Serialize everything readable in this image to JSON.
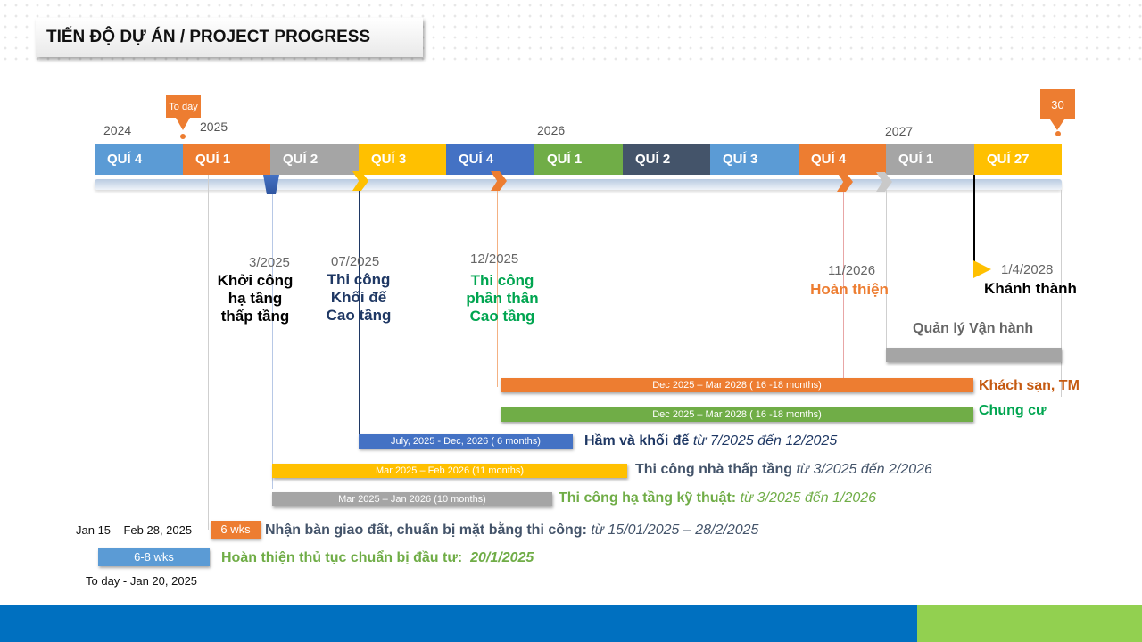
{
  "header": {
    "title": "TIẾN ĐỘ DỰ ÁN / PROJECT PROGRESS"
  },
  "markers": {
    "today": "To day",
    "end": "30"
  },
  "years": [
    "2024",
    "2025",
    "2026",
    "2027"
  ],
  "quarters": [
    {
      "label": "QUÍ 4",
      "color": "#5b9bd5"
    },
    {
      "label": "QUÍ 1",
      "color": "#ed7d31"
    },
    {
      "label": "QUÍ 2",
      "color": "#a5a5a5"
    },
    {
      "label": "QUÍ 3",
      "color": "#ffc000"
    },
    {
      "label": "QUÍ 4",
      "color": "#4472c4"
    },
    {
      "label": "QUÍ 1",
      "color": "#70ad47"
    },
    {
      "label": "QUÍ 2",
      "color": "#44546a"
    },
    {
      "label": "QUÍ 3",
      "color": "#5b9bd5"
    },
    {
      "label": "QUÍ 4",
      "color": "#ed7d31"
    },
    {
      "label": "QUÍ 1",
      "color": "#a5a5a5"
    },
    {
      "label": "QUÍ 27",
      "color": "#ffc000"
    }
  ],
  "milestones": {
    "m1": {
      "date": "3/2025",
      "line1": "Khởi công",
      "line2": "hạ tầng",
      "line3": "thấp tầng"
    },
    "m2": {
      "date": "07/2025",
      "line1": "Thi công",
      "line2": "Khối đế",
      "line3": "Cao tầng"
    },
    "m3": {
      "date": "12/2025",
      "line1": "Thi công",
      "line2": "phần thân",
      "line3": "Cao tầng"
    },
    "m4": {
      "date": "11/2026",
      "line1": "Hoàn thiện"
    },
    "m5": {
      "date": "1/4/2028",
      "line1": "Khánh thành"
    }
  },
  "tasks": {
    "operation": {
      "label": "Quản lý Vận hành"
    },
    "hotel": {
      "bar": "Dec 2025 – Mar 2028 ( 16 -18 months)",
      "label": "Khách sạn, TM"
    },
    "apartment": {
      "bar": "Dec 2025 – Mar 2028 ( 16 -18 months)",
      "label": "Chung cư"
    },
    "basement": {
      "bar": "July, 2025 - Dec, 2026 ( 6 months)",
      "label": "Hầm và khối đế",
      "note": "từ 7/2025 đến 12/2025"
    },
    "lowrise": {
      "bar": "Mar 2025 – Feb 2026 (11 months)",
      "label": "Thi công nhà thấp tầng",
      "note": "từ 3/2025 đến 2/2026"
    },
    "infra": {
      "bar": "Mar 2025 – Jan 2026 (10 months)",
      "label": "Thi công hạ tầng kỹ thuật:",
      "note": "từ 3/2025  đến 1/2026"
    },
    "handover": {
      "bar": "6 wks",
      "side": "Jan 15 – Feb 28, 2025",
      "label": "Nhận bàn giao đất, chuẩn bị mặt bằng thi công:",
      "note": "từ 15/01/2025  – 28/2/2025"
    },
    "procedure": {
      "bar": "6-8 wks",
      "below": "To day - Jan 20, 2025",
      "label": "Hoàn thiện thủ tục chuẩn bị đầu tư:",
      "note": "20/1/2025"
    }
  },
  "colors": {
    "orange": "#ed7d31",
    "green": "#70ad47",
    "blue": "#4472c4",
    "yellow": "#ffc000",
    "gray": "#a5a5a5",
    "lightblue": "#5b9bd5",
    "navy": "#1f3864",
    "darkgreen": "#00a550",
    "footer_blue": "#0070c0",
    "footer_green": "#92d050"
  }
}
